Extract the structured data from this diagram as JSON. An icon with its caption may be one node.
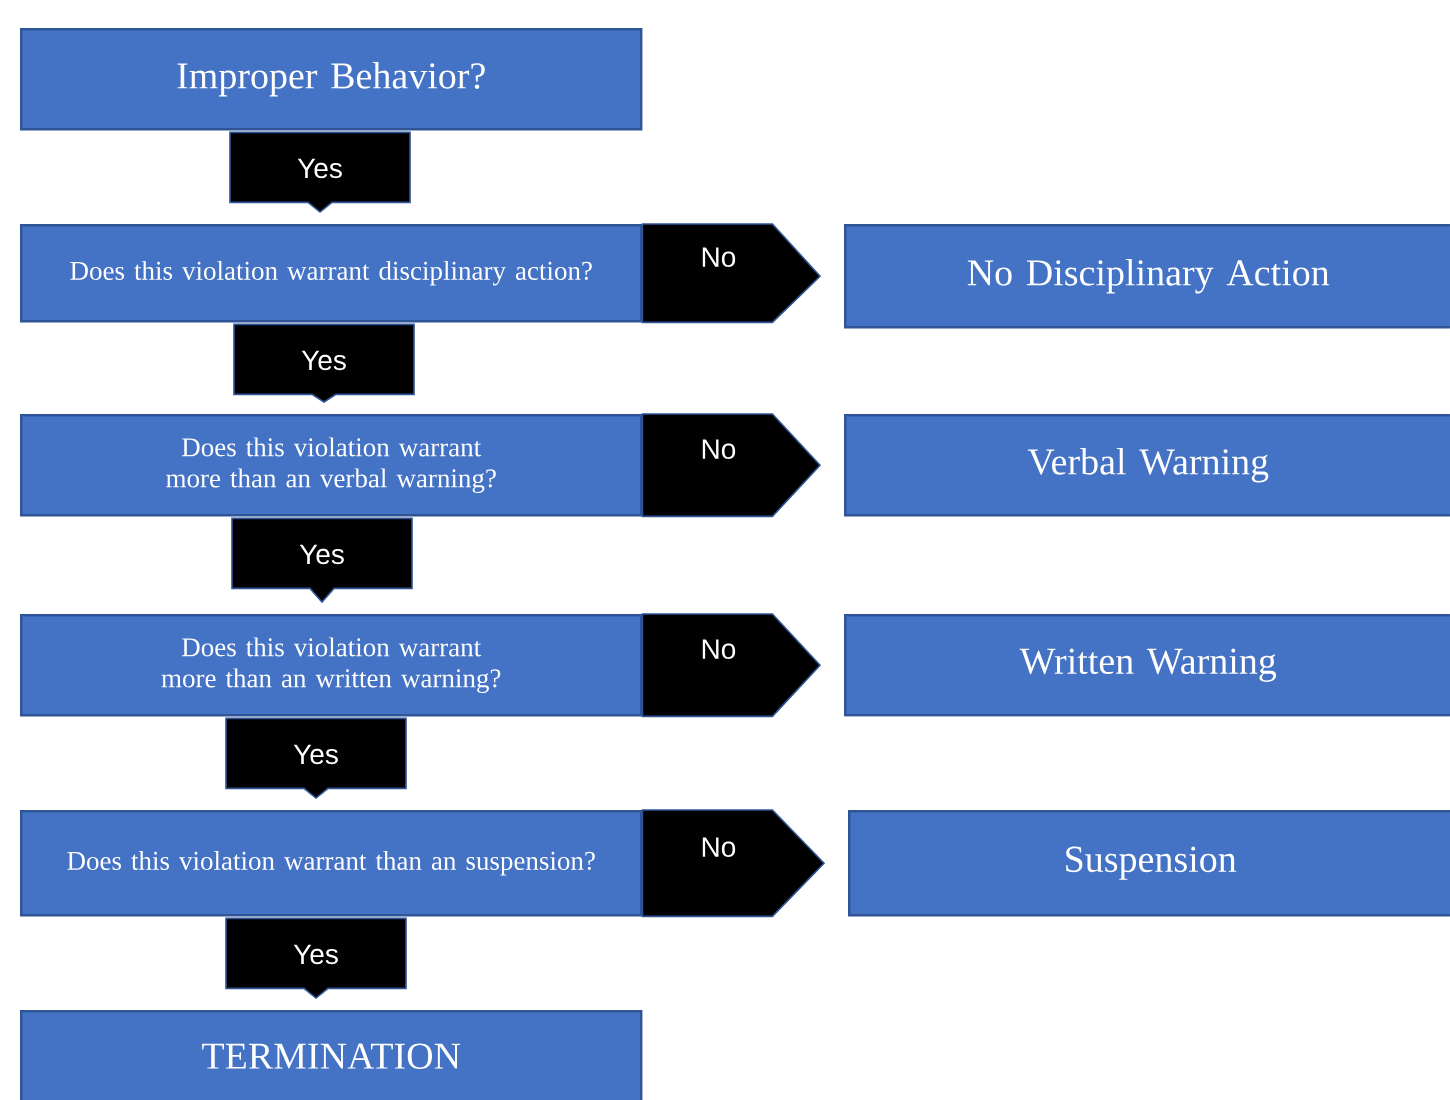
{
  "diagram": {
    "nodes": [
      {
        "text": [
          "Improper Behavior?"
        ]
      },
      {
        "text": [
          "Does this violation warrant disciplinary action?"
        ]
      },
      {
        "text": [
          "No Disciplinary Action"
        ]
      },
      {
        "text": [
          "Does this violation warrant more than an verbal warning?"
        ]
      },
      {
        "text": [
          "Verbal Warning"
        ]
      },
      {
        "text": [
          "Does this violation warrant more than an written warning?"
        ]
      },
      {
        "text": [
          "Written Warning"
        ]
      },
      {
        "text": [
          "Does this violation warrant than an suspension?"
        ]
      },
      {
        "text": [
          "Suspension"
        ]
      },
      {
        "text": [
          "TERMINATION"
        ]
      }
    ],
    "edges": [
      {
        "from": 0,
        "to": 1,
        "arrow": "to",
        "label": "Yes"
      },
      {
        "from": 1,
        "to": 2,
        "arrow": "to",
        "label": "No"
      },
      {
        "from": 1,
        "to": 3,
        "arrow": "to",
        "label": "Yes"
      },
      {
        "from": 3,
        "to": 4,
        "arrow": "to",
        "label": "No"
      },
      {
        "from": 3,
        "to": 5,
        "arrow": "to",
        "label": "Yes"
      },
      {
        "from": 5,
        "to": 6,
        "arrow": "to",
        "label": "No"
      },
      {
        "from": 5,
        "to": 7,
        "arrow": "to",
        "label": "Yes"
      },
      {
        "from": 7,
        "to": 8,
        "arrow": "to",
        "label": "No"
      },
      {
        "from": 7,
        "to": 9,
        "arrow": "to",
        "label": "Yes"
      }
    ]
  }
}
